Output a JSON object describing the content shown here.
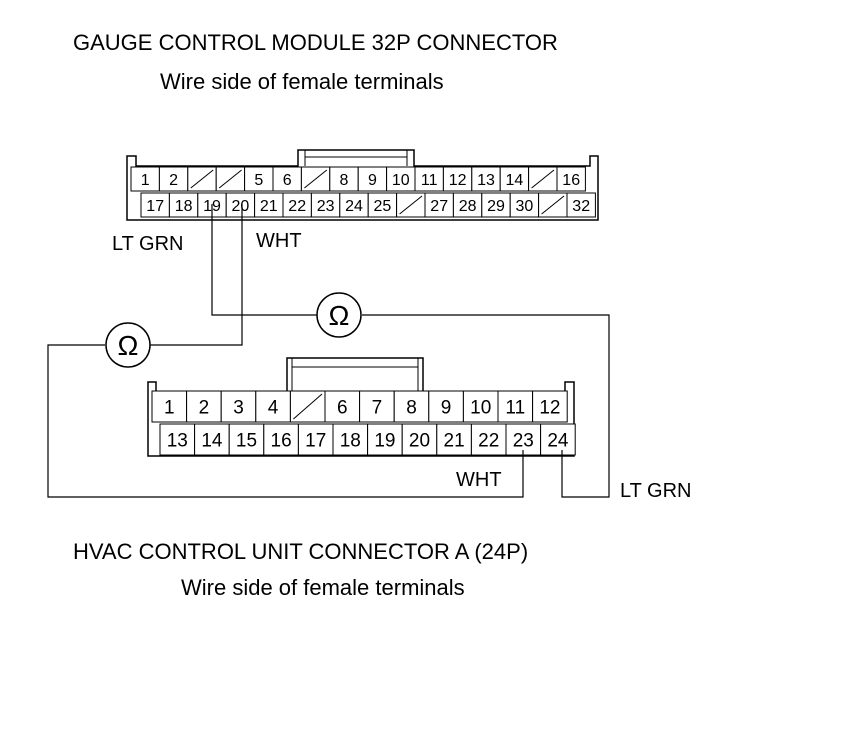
{
  "gcm": {
    "title": "GAUGE CONTROL MODULE 32P CONNECTOR",
    "subtitle": "Wire side of female terminals",
    "top_row": [
      "1",
      "2",
      "",
      "",
      "5",
      "6",
      "",
      "8",
      "9",
      "10",
      "11",
      "12",
      "13",
      "14",
      "",
      "16"
    ],
    "bottom_row": [
      "17",
      "18",
      "19",
      "20",
      "21",
      "22",
      "23",
      "24",
      "25",
      "",
      "27",
      "28",
      "29",
      "30",
      "",
      "32"
    ],
    "wire_19": "LT GRN",
    "wire_20": "WHT"
  },
  "hvac": {
    "title": "HVAC CONTROL UNIT CONNECTOR A (24P)",
    "subtitle": "Wire side of female terminals",
    "top_row": [
      "1",
      "2",
      "3",
      "4",
      "",
      "6",
      "7",
      "8",
      "9",
      "10",
      "11",
      "12"
    ],
    "bottom_row": [
      "13",
      "14",
      "15",
      "16",
      "17",
      "18",
      "19",
      "20",
      "21",
      "22",
      "23",
      "24"
    ],
    "wire_23": "WHT",
    "wire_24": "LT GRN"
  },
  "meter": {
    "symbol": "Ω",
    "icon": "ohmmeter-icon"
  }
}
